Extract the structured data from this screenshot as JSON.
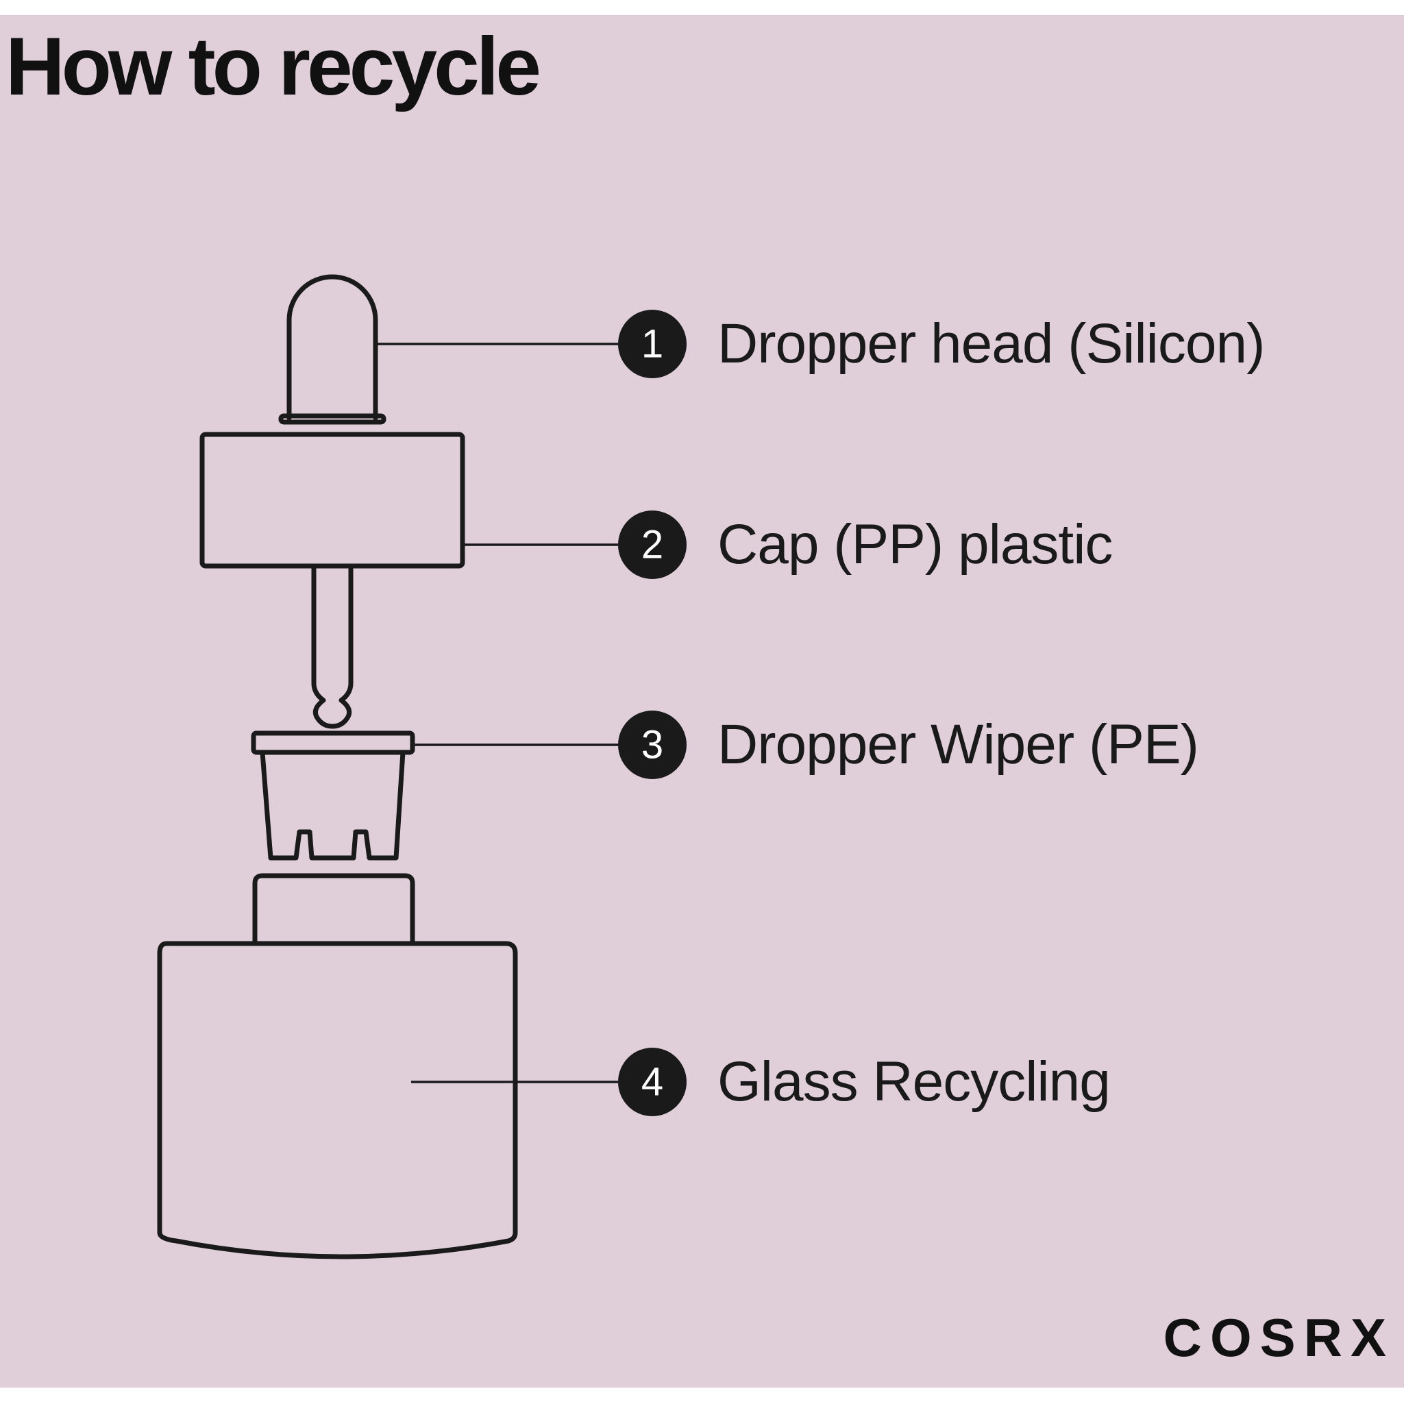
{
  "title": "How to recycle",
  "brand": "COSRX",
  "colors": {
    "background": "#e0cfd8",
    "ink": "#1a1a1a"
  },
  "parts": [
    {
      "number": "1",
      "label": "Dropper head (Silicon)"
    },
    {
      "number": "2",
      "label": "Cap (PP) plastic"
    },
    {
      "number": "3",
      "label": "Dropper Wiper (PE)"
    },
    {
      "number": "4",
      "label": "Glass Recycling"
    }
  ]
}
